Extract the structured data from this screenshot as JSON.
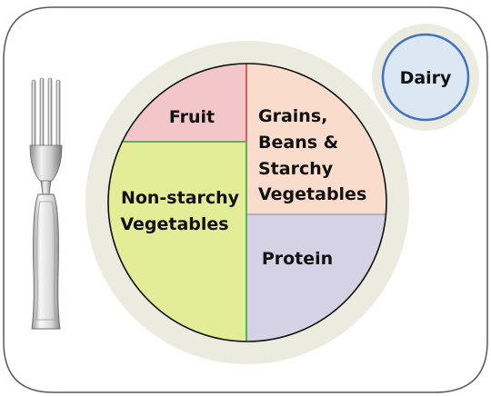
{
  "sections": {
    "fruit": {
      "label": "Fruit",
      "color": "#f3c6c9"
    },
    "grains": {
      "lines": [
        "Grains,",
        "Beans &",
        "Starchy",
        "Vegetables"
      ],
      "color": "#f9dccb"
    },
    "nonstarchy": {
      "lines": [
        "Non-starchy",
        "Vegetables"
      ],
      "color": "#e3ec96"
    },
    "protein": {
      "label": "Protein",
      "color": "#d6d2e6"
    }
  },
  "dairy": {
    "label": "Dairy",
    "fill": "#dce7f4",
    "ring": "#3f73c9"
  },
  "colors": {
    "placemat_border": "#595959",
    "plate_rim": "#ebebdf",
    "divider_red": "#e05a5a",
    "divider_green": "#57b545"
  },
  "icons": {
    "utensil": "fork-icon"
  }
}
